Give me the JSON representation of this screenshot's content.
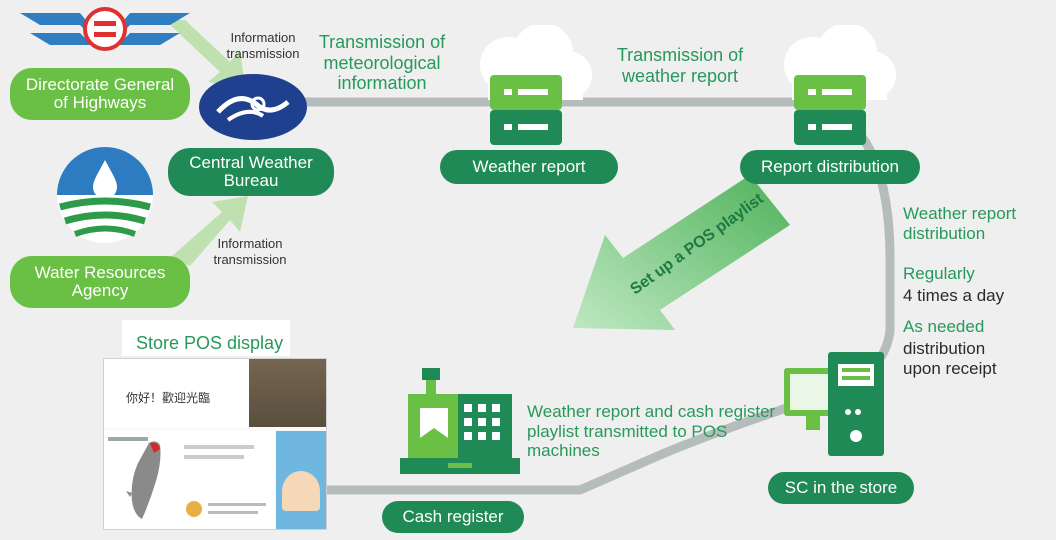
{
  "agencies": {
    "highways": "Directorate General of Highways",
    "cwb": "Central Weather Bureau",
    "water": "Water Resources Agency"
  },
  "info_transmission_top": "Information transmission",
  "info_transmission_bottom": "Information transmission",
  "transmission_meteorological": "Transmission of meteorological information",
  "transmission_weather_report": "Transmission of weather report",
  "nodes": {
    "weather_report": "Weather report",
    "report_distribution": "Report distribution",
    "sc_in_store": "SC in the store",
    "cash_register": "Cash register"
  },
  "arrow_text": "Set up a POS playlist",
  "distribution_info": {
    "heading": "Weather report distribution",
    "regularly": "Regularly",
    "times": "4 times a day",
    "as_needed": "As needed",
    "distribution": "distribution upon receipt"
  },
  "pos_transmission": "Weather report and cash register playlist transmitted to POS machines",
  "store_pos_display": "Store POS display",
  "pos_greeting": "你好！歡迎光臨",
  "colors": {
    "light_green": "#6abf45",
    "dark_green": "#1f8a55",
    "line_gray": "#b5bcbc"
  }
}
